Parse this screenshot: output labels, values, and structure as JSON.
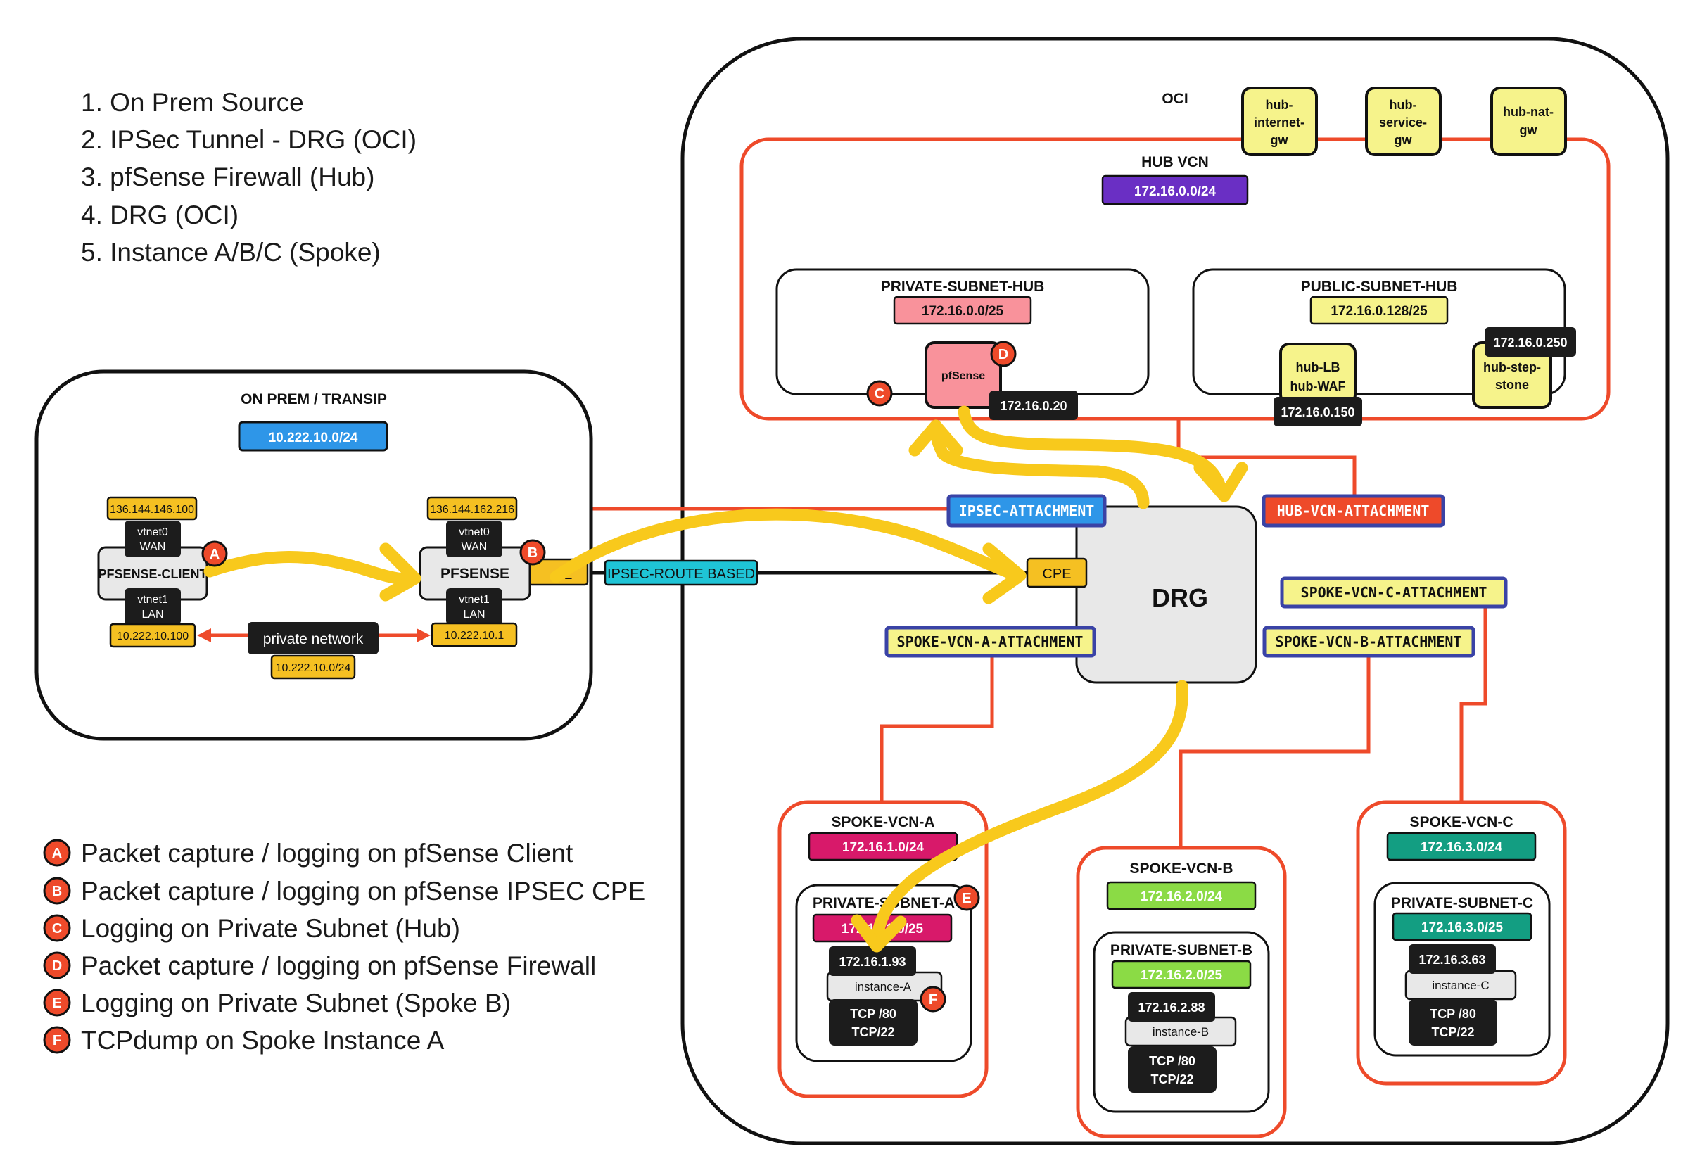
{
  "steps": [
    "1. On Prem Source",
    "2. IPSec Tunnel - DRG (OCI)",
    "3. pfSense Firewall (Hub)",
    "4. DRG (OCI)",
    "5. Instance A/B/C (Spoke)"
  ],
  "legend": [
    {
      "badge": "A",
      "text": "Packet capture / logging on pfSense Client"
    },
    {
      "badge": "B",
      "text": "Packet capture / logging on pfSense IPSEC CPE"
    },
    {
      "badge": "C",
      "text": "Logging on Private Subnet (Hub)"
    },
    {
      "badge": "D",
      "text": "Packet capture / logging on pfSense Firewall"
    },
    {
      "badge": "E",
      "text": "Logging on Private Subnet (Spoke B)"
    },
    {
      "badge": "F",
      "text": "TCPdump on Spoke Instance A"
    }
  ],
  "onprem": {
    "title": "ON PREM / TRANSIP",
    "cidr": "10.222.10.0/24",
    "client": {
      "name": "PFSENSE-CLIENT",
      "wan_ip": "136.144.146.100",
      "wan_label_1": "vtnet0",
      "wan_label_2": "WAN",
      "lan_label_1": "vtnet1",
      "lan_label_2": "LAN",
      "lan_ip": "10.222.10.100"
    },
    "pfsense": {
      "name": "PFSENSE",
      "wan_ip": "136.144.162.216",
      "wan_label_1": "vtnet0",
      "wan_label_2": "WAN",
      "lan_label_1": "vtnet1",
      "lan_label_2": "LAN",
      "lan_ip": "10.222.10.1",
      "port": "_"
    },
    "private_network": {
      "label": "private network",
      "cidr": "10.222.10.0/24"
    }
  },
  "link": {
    "ipsec_label": "IPSEC-ROUTE BASED"
  },
  "oci": {
    "title": "OCI",
    "gateways": [
      {
        "lines": [
          "hub-",
          "internet-",
          "gw"
        ]
      },
      {
        "lines": [
          "hub-",
          "service-",
          "gw"
        ]
      },
      {
        "lines": [
          "hub-nat-",
          "gw"
        ]
      }
    ],
    "hub": {
      "title": "HUB VCN",
      "cidr": "172.16.0.0/24",
      "private_subnet": {
        "title": "PRIVATE-SUBNET-HUB",
        "cidr": "172.16.0.0/25",
        "pfsense_label": "pfSense",
        "pfsense_ip": "172.16.0.20"
      },
      "public_subnet": {
        "title": "PUBLIC-SUBNET-HUB",
        "cidr": "172.16.0.128/25",
        "lb_line1": "hub-LB",
        "lb_line2": "hub-WAF",
        "lb_ip": "172.16.0.150",
        "step_line1": "hub-step-",
        "step_line2": "stone",
        "step_ip": "172.16.0.250"
      }
    },
    "drg": {
      "label": "DRG",
      "cpe": "CPE",
      "attachments": {
        "ipsec": "IPSEC-ATTACHMENT",
        "hub": "HUB-VCN-ATTACHMENT",
        "spoke_c": "SPOKE-VCN-C-ATTACHMENT",
        "spoke_a": "SPOKE-VCN-A-ATTACHMENT",
        "spoke_b": "SPOKE-VCN-B-ATTACHMENT"
      }
    },
    "spokes": {
      "a": {
        "title": "SPOKE-VCN-A",
        "cidr": "172.16.1.0/24",
        "subnet_title": "PRIVATE-SUBNET-A",
        "subnet_cidr": "172.16.1.0/25",
        "ip": "172.16.1.93",
        "instance": "instance-A",
        "ports_1": "TCP /80",
        "ports_2": "TCP/22"
      },
      "b": {
        "title": "SPOKE-VCN-B",
        "cidr": "172.16.2.0/24",
        "subnet_title": "PRIVATE-SUBNET-B",
        "subnet_cidr": "172.16.2.0/25",
        "ip": "172.16.2.88",
        "instance": "instance-B",
        "ports_1": "TCP /80",
        "ports_2": "TCP/22"
      },
      "c": {
        "title": "SPOKE-VCN-C",
        "cidr": "172.16.3.0/24",
        "subnet_title": "PRIVATE-SUBNET-C",
        "subnet_cidr": "172.16.3.0/25",
        "ip": "172.16.3.63",
        "instance": "instance-C",
        "ports_1": "TCP /80",
        "ports_2": "TCP/22"
      }
    }
  },
  "colors": {
    "orange_red": "#ee4a2a",
    "yellow_flow": "#f8c91c",
    "amber": "#f5c022",
    "light_yellow": "#f6f38b",
    "blue_cidr": "#2e96e8",
    "purple_cidr": "#6a2fc4",
    "pink": "#f9929b",
    "magenta": "#d8196a",
    "green": "#8bdb45",
    "teal": "#139e82",
    "cyan": "#1fc4d6",
    "attach_border": "#3a43a6",
    "black_chip": "#1c1c1c",
    "grey_box": "#e8e8e8"
  }
}
